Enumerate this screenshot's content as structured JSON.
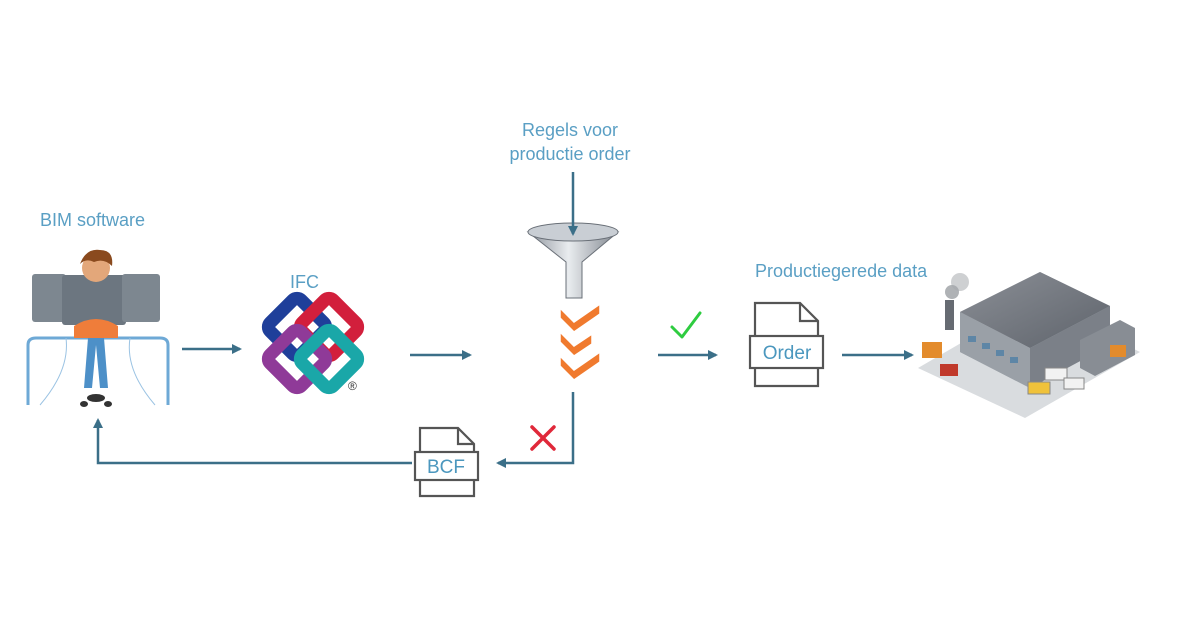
{
  "labels": {
    "bim_software": "BIM software",
    "ifc": "IFC",
    "rules_line1": "Regels voor",
    "rules_line2": "productie order",
    "production_ready": "Productiegerede data",
    "order_doc": "Order",
    "bcf_doc": "BCF",
    "registered": "®"
  },
  "icons": {
    "person": "person-at-desk-icon",
    "ifc_logo": "ifc-logo-icon",
    "funnel": "funnel-icon",
    "filter_chevrons": "chevron-down-icon",
    "check": "check-icon",
    "cross": "cross-icon",
    "order": "document-icon",
    "bcf": "document-icon",
    "factory": "factory-icon"
  },
  "colors": {
    "label": "#5a9fc4",
    "arrow": "#3b6f88",
    "chevron": "#f07a2e",
    "check": "#2ecc40",
    "cross": "#e0283a"
  }
}
